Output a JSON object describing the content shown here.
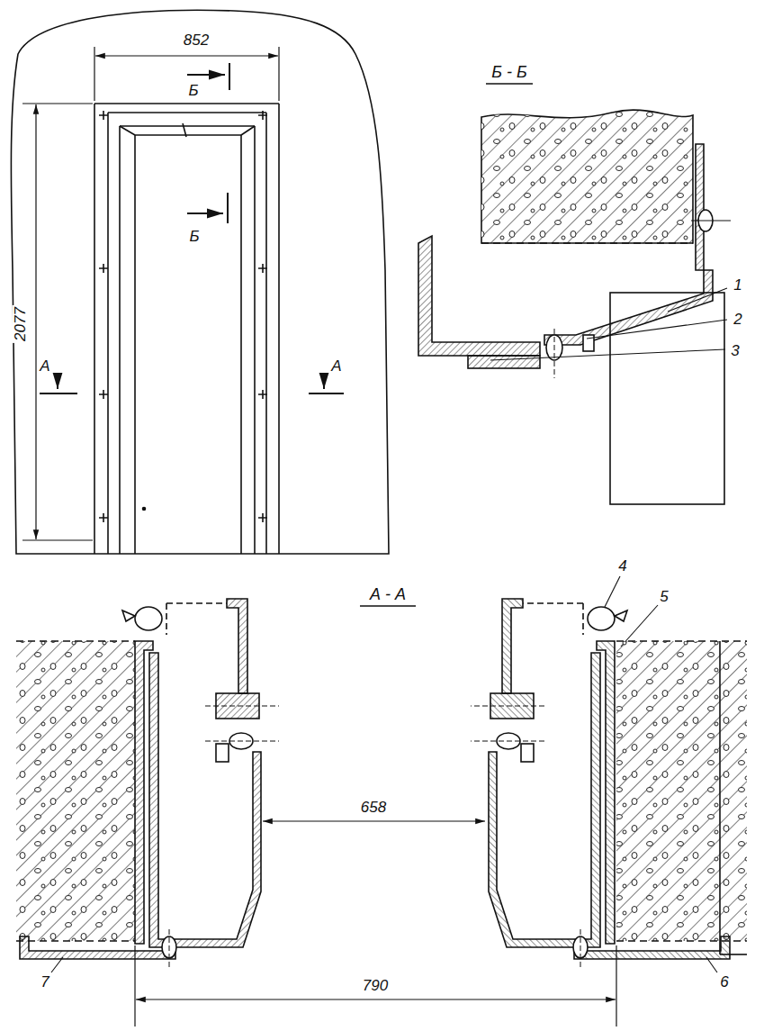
{
  "diagram": {
    "labels": [
      "852",
      "Б",
      "Б",
      "2077",
      "А",
      "А",
      "Б - Б",
      "1",
      "2",
      "3",
      "4",
      "5",
      "6",
      "7",
      "А - А",
      "658",
      "790"
    ]
  }
}
